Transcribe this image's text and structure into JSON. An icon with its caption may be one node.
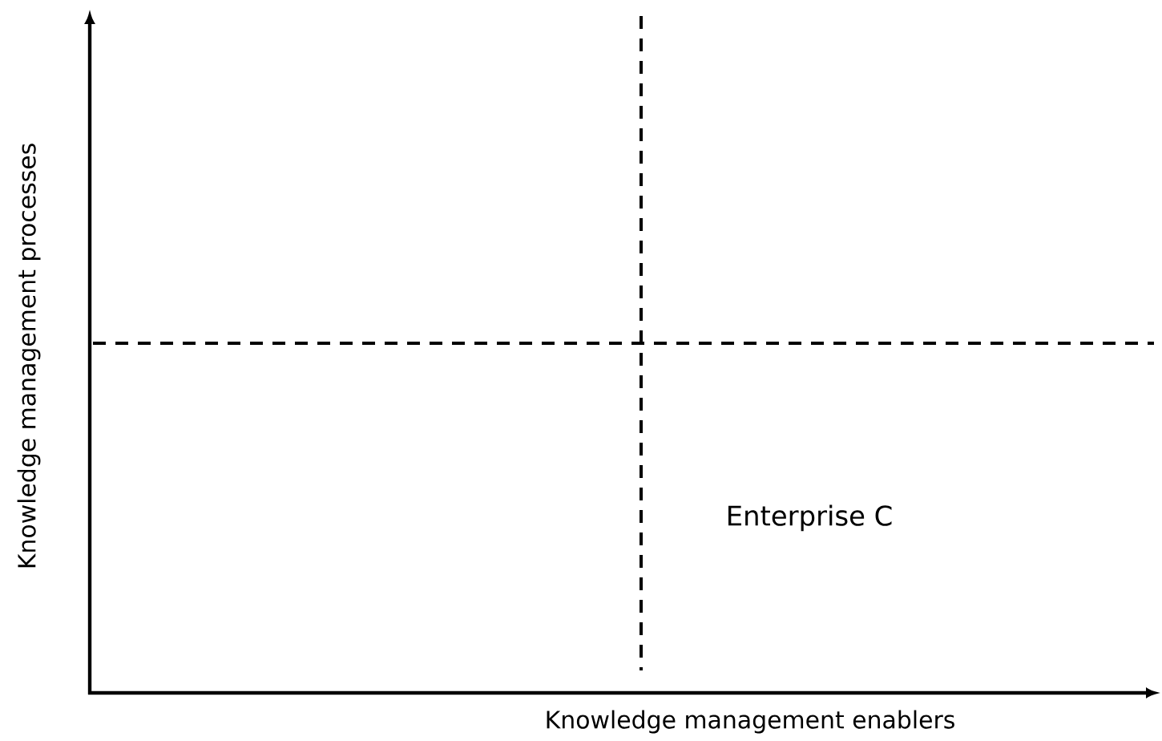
{
  "diagram": {
    "labels": [
      "Knowledge management processes",
      "Enterprise C",
      "Knowledge management enablers"
    ]
  }
}
